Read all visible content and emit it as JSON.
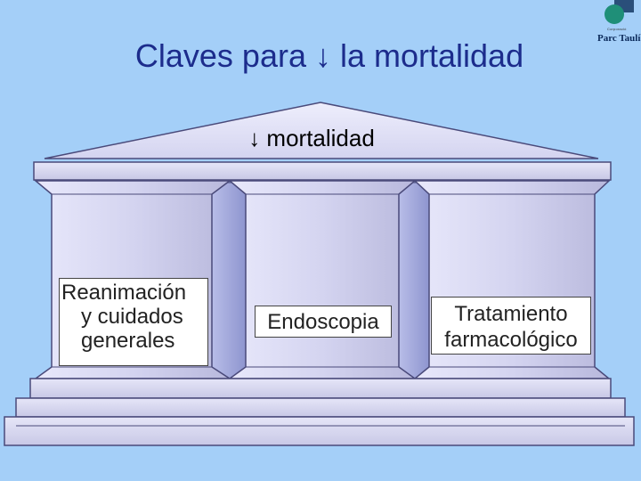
{
  "title": "Claves para ↓ la mortalidad",
  "roof_label": "↓ mortalidad",
  "pillars": [
    {
      "line1": "Reanimación",
      "line2": "y cuidados",
      "line3": "generales"
    },
    {
      "label": "Endoscopia"
    },
    {
      "line1": "Tratamiento",
      "line2": "farmacológico"
    }
  ],
  "logo": {
    "small_text": "Corporació",
    "big_text": "Parc Taulí"
  },
  "colors": {
    "background": "#a4cff8",
    "title": "#1c2c8c",
    "temple_fill": "#d9d9f2",
    "temple_stroke": "#4a4a7a"
  }
}
